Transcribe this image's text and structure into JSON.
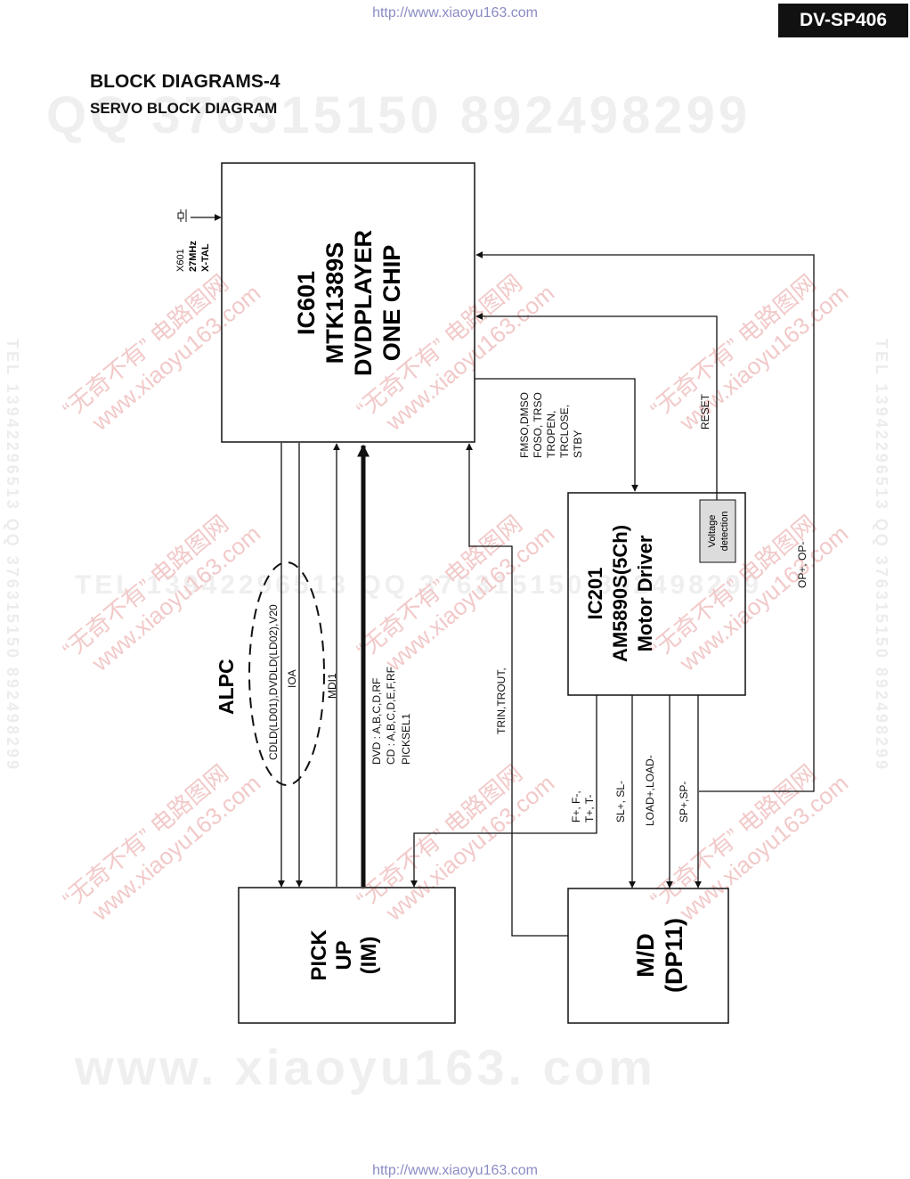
{
  "header": {
    "url_top": "http://www.xiaoyu163.com",
    "url_bottom": "http://www.xiaoyu163.com",
    "model": "DV-SP406",
    "title": "BLOCK DIAGRAMS-4",
    "subtitle": "SERVO BLOCK DIAGRAM"
  },
  "watermarks": {
    "top": "QQ 376315150   892498299",
    "middle": "TEL 13942296513   QQ 376315150   892498299",
    "bottom": "www. xiaoyu163. com",
    "side": "TEL 13942296513 QQ 376315150 892498299",
    "diag_cn": "“无奇不有” 电路图网",
    "diag_url": "www.xiaoyu163.com"
  },
  "blocks": {
    "ic601": [
      "IC601",
      "MTK1389S",
      "DVDPLAYER",
      "ONE CHIP"
    ],
    "ic201": [
      "IC201",
      "AM5890S(5Ch)",
      "Motor Driver"
    ],
    "voltage": [
      "Voltage",
      "detection"
    ],
    "pickup": [
      "PICK",
      "UP",
      "(IM)"
    ],
    "md": [
      "M/D",
      "(DP11)"
    ]
  },
  "crystal": [
    "X601",
    "27MHz",
    "X-TAL"
  ],
  "signals": {
    "alpc": "ALPC",
    "cdld": "CDLD(LD01),DVDLD(LD02),V20",
    "ioa": "IOA",
    "mdi1": "MDI1",
    "dvd": "DVD : A,B,C,D,RF",
    "cd": "CD : A,B,C,D,E,F,RF",
    "picksel": "PICKSEL1",
    "trin": "TRIN,TROUT,",
    "fmso": [
      "FMSO,DMSO",
      "FOSO, TRSO",
      "TROPEN,",
      "TRCLOSE,",
      "STBY"
    ],
    "reset": "RESET",
    "op": "OP+, OP-",
    "focus": [
      "F+, F-,",
      "T+, T-"
    ],
    "sled": "SL+, SL-",
    "load": "LOAD+,LOAD-",
    "spindle": "SP+,SP-"
  }
}
